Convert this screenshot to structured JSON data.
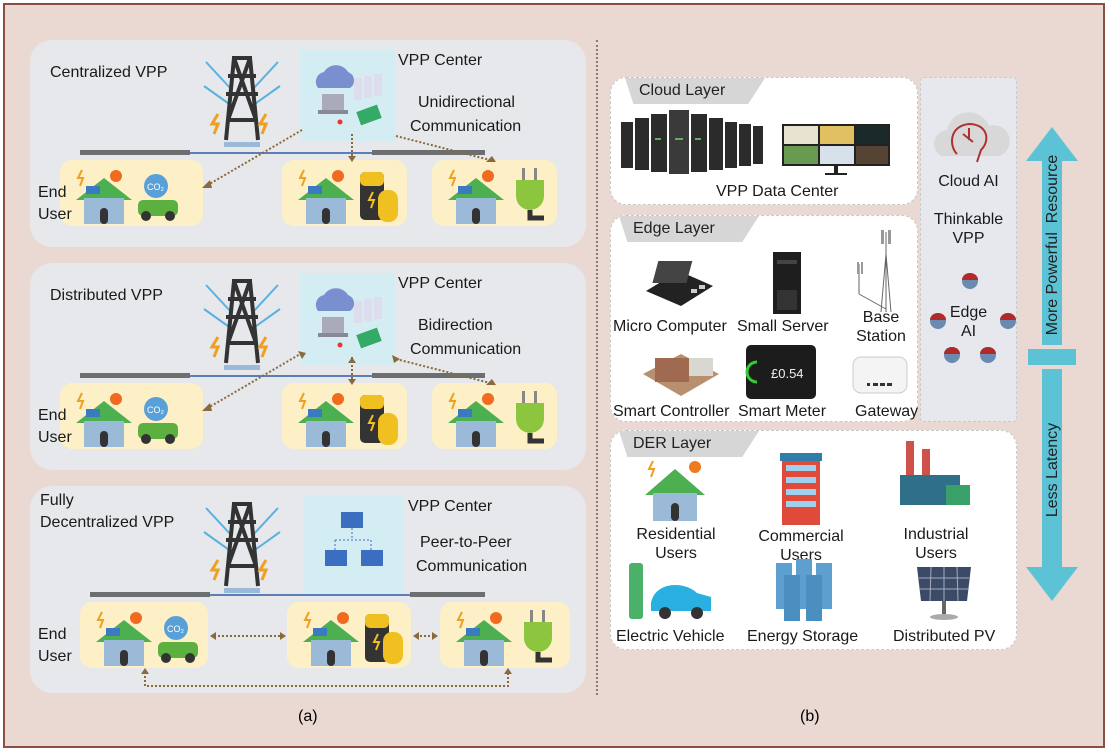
{
  "panels": [
    {
      "title": [
        "Centralized VPP"
      ],
      "center": "VPP Center",
      "comm": [
        "Unidirectional",
        "Communication"
      ],
      "end_user": [
        "End",
        "User"
      ],
      "mode": "uni"
    },
    {
      "title": [
        "Distributed VPP"
      ],
      "center": "VPP Center",
      "comm": [
        "Bidirection",
        "Communication"
      ],
      "end_user": [
        "End",
        "User"
      ],
      "mode": "bi"
    },
    {
      "title": [
        "Fully",
        "Decentralized VPP"
      ],
      "center": "VPP Center",
      "comm": [
        "Peer-to-Peer",
        "Communication"
      ],
      "end_user": [
        "End",
        "User"
      ],
      "mode": "p2p"
    }
  ],
  "right": {
    "cloud_layer": {
      "tab": "Cloud Layer",
      "caption": "VPP Data Center"
    },
    "edge_layer": {
      "tab": "Edge Layer",
      "devices": [
        "Micro Computer",
        "Small Server",
        "Base Station",
        "Smart Controller",
        "Smart Meter",
        "Gateway"
      ],
      "meter_readout": "£0.54"
    },
    "der_layer": {
      "tab": "DER Layer",
      "items": [
        "Residential Users",
        "Commercial Users",
        "Industrial Users",
        "Electric Vehicle",
        "Energy Storage",
        "Distributed PV"
      ]
    },
    "ai": {
      "cloud_ai": "Cloud AI",
      "thinkable": [
        "Thinkable",
        "VPP"
      ],
      "edge_ai": [
        "Edge",
        "AI"
      ]
    },
    "arrow": {
      "up_label": "More Powerful  Resource",
      "down_label": "Less Latency",
      "color": "#5cc3d6"
    }
  },
  "captions": {
    "a": "(a)",
    "b": "(b)"
  },
  "colors": {
    "background": "#e9d9d2",
    "border": "#8c4d45",
    "panel": "#e6e8eb",
    "user_box": "#fdf0c6",
    "center_box": "#d3edf3",
    "comm_arrow": "#8a6a3a"
  }
}
